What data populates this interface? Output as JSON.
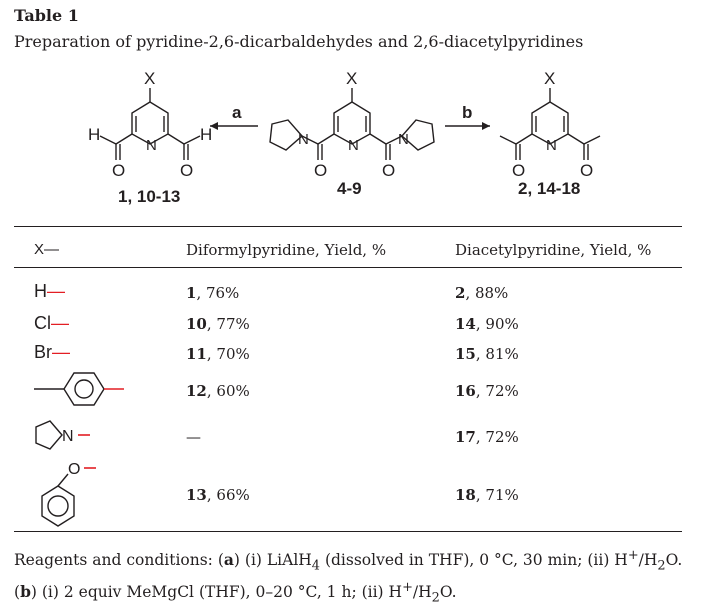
{
  "table": {
    "title": "Table 1",
    "caption": "Preparation of pyridine-2,6-dicarbaldehydes and 2,6-diacetylpyridines"
  },
  "scheme": {
    "label_left": "1, 10-13",
    "label_center": "4-9",
    "label_right": "2, 14-18",
    "arrow_a": "a",
    "arrow_b": "b",
    "atoms": {
      "x": "X",
      "n": "N",
      "h": "H",
      "o": "O"
    }
  },
  "headers": {
    "col_x": "X—",
    "col_diformyl": "Diformylpyridine, Yield, %",
    "col_diacetyl": "Diacetylpyridine, Yield, %"
  },
  "rows": [
    {
      "x_text": "H",
      "d1_num": "1",
      "d1_yield": ", 76%",
      "d2_num": "2",
      "d2_yield": ", 88%"
    },
    {
      "x_text": "Cl",
      "d1_num": "10",
      "d1_yield": ", 77%",
      "d2_num": "14",
      "d2_yield": ", 90%"
    },
    {
      "x_text": "Br",
      "d1_num": "11",
      "d1_yield": ", 70%",
      "d2_num": "15",
      "d2_yield": ", 81%"
    },
    {
      "x_text": "",
      "d1_num": "12",
      "d1_yield": ", 60%",
      "d2_num": "16",
      "d2_yield": ", 72%"
    },
    {
      "x_text": "N",
      "d1_num": "",
      "d1_yield": "—",
      "d2_num": "17",
      "d2_yield": ", 72%"
    },
    {
      "x_text": "O",
      "d1_num": "13",
      "d1_yield": ", 66%",
      "d2_num": "18",
      "d2_yield": ", 71%"
    }
  ],
  "footer": {
    "text_a_pre": "Reagents and conditions: (",
    "text_a_bold": "a",
    "text_a_post": ") (i) LiAlH",
    "text_a_sub": "4",
    "text_a_post2": " (dissolved in THF), 0 °C, 30 min; (ii) H",
    "text_a_sup": "+",
    "text_a_end": "/H",
    "text_a_sub2": "2",
    "text_a_end2": "O.",
    "text_b_pre": "(",
    "text_b_bold": "b",
    "text_b_post": ") (i) 2 equiv MeMgCl (THF), 0–20 °C, 1 h; (ii) H",
    "text_b_sup": "+",
    "text_b_end": "/H",
    "text_b_sub": "2",
    "text_b_end2": "O."
  }
}
